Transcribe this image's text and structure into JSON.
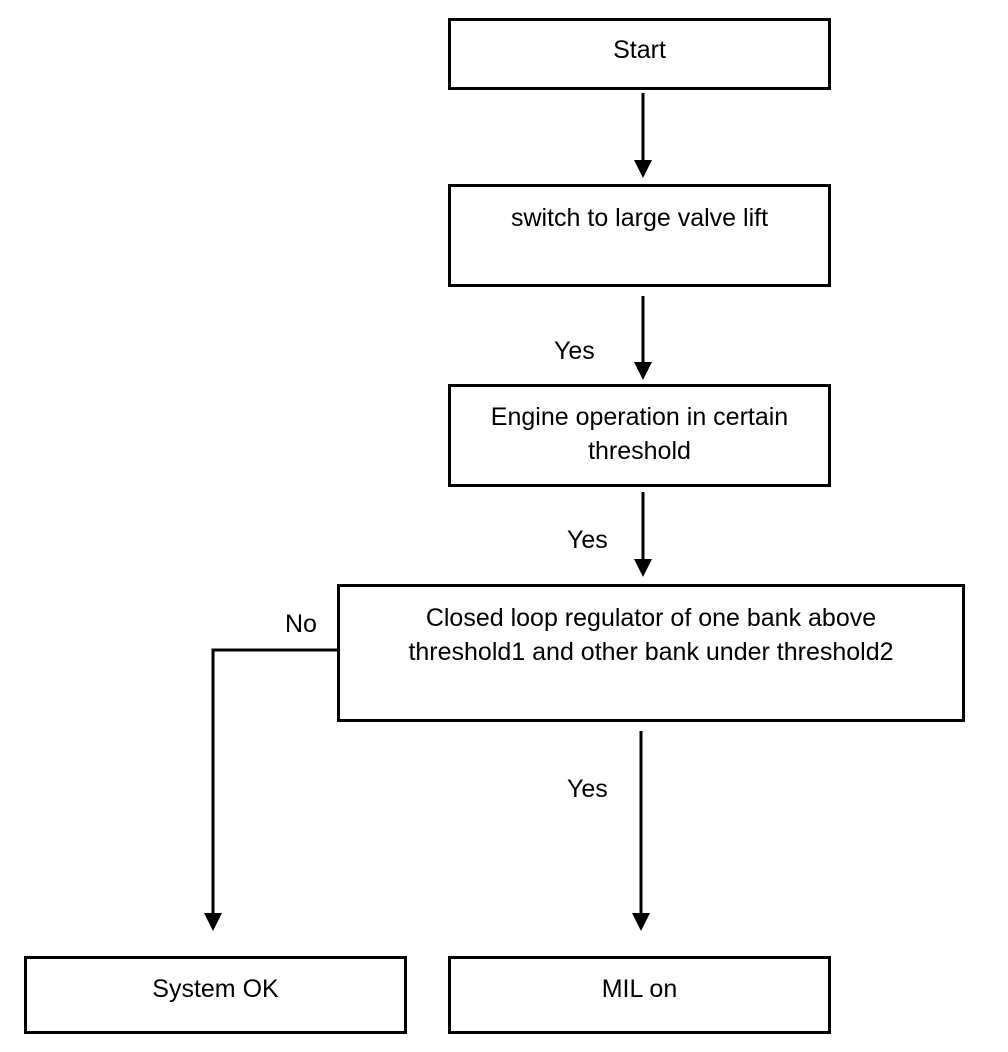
{
  "nodes": {
    "start": "Start",
    "switch": "switch to large valve lift",
    "engine": [
      "Engine operation in certain",
      "threshold"
    ],
    "regulator": [
      "Closed loop regulator of one bank above",
      "threshold1 and other bank under threshold2"
    ],
    "system_ok": "System OK",
    "mil_on": "MIL on"
  },
  "edges": {
    "switch_to_engine": "Yes",
    "engine_to_regulator": "Yes",
    "regulator_to_mil": "Yes",
    "regulator_to_ok": "No"
  }
}
